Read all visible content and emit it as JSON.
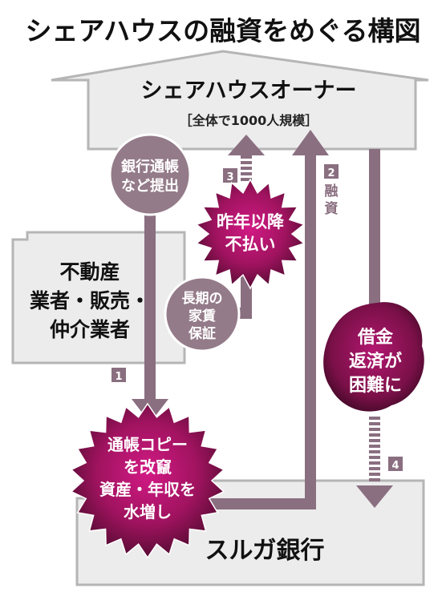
{
  "title": "シェアハウスの融資をめぐる構図",
  "owner": {
    "name": "シェアハウスオーナー",
    "note": "［全体で1000人規模］"
  },
  "realtor": {
    "line1": "不動産",
    "line2": "業者・販売・",
    "line3": "仲介業者"
  },
  "bank": {
    "name": "スルガ銀行"
  },
  "bubbles": {
    "passbook": {
      "line1": "銀行通帳",
      "line2": "など提出"
    },
    "guarantee": {
      "line1": "長期の",
      "line2": "家賃",
      "line3": "保証"
    }
  },
  "bursts": {
    "unpaid": {
      "line1": "昨年以降",
      "line2": "不払い"
    },
    "falsify": {
      "line1": "通帳コピー",
      "line2": "を改竄",
      "line3": "資産・年収を",
      "line4": "水増し"
    },
    "repay": {
      "line1": "借金",
      "line2": "返済が",
      "line3": "困難に"
    }
  },
  "steps": {
    "s1": "1",
    "s2": "2",
    "s2_label1": "融",
    "s2_label2": "資",
    "s3": "3",
    "s4": "4"
  },
  "colors": {
    "box_fill": "#ececec",
    "box_stroke": "#b5b5b5",
    "arrow": "#8a6f80",
    "bubble": "#947b89",
    "burst_core": "#c4167a",
    "burst_edge": "#4a0a2c"
  }
}
